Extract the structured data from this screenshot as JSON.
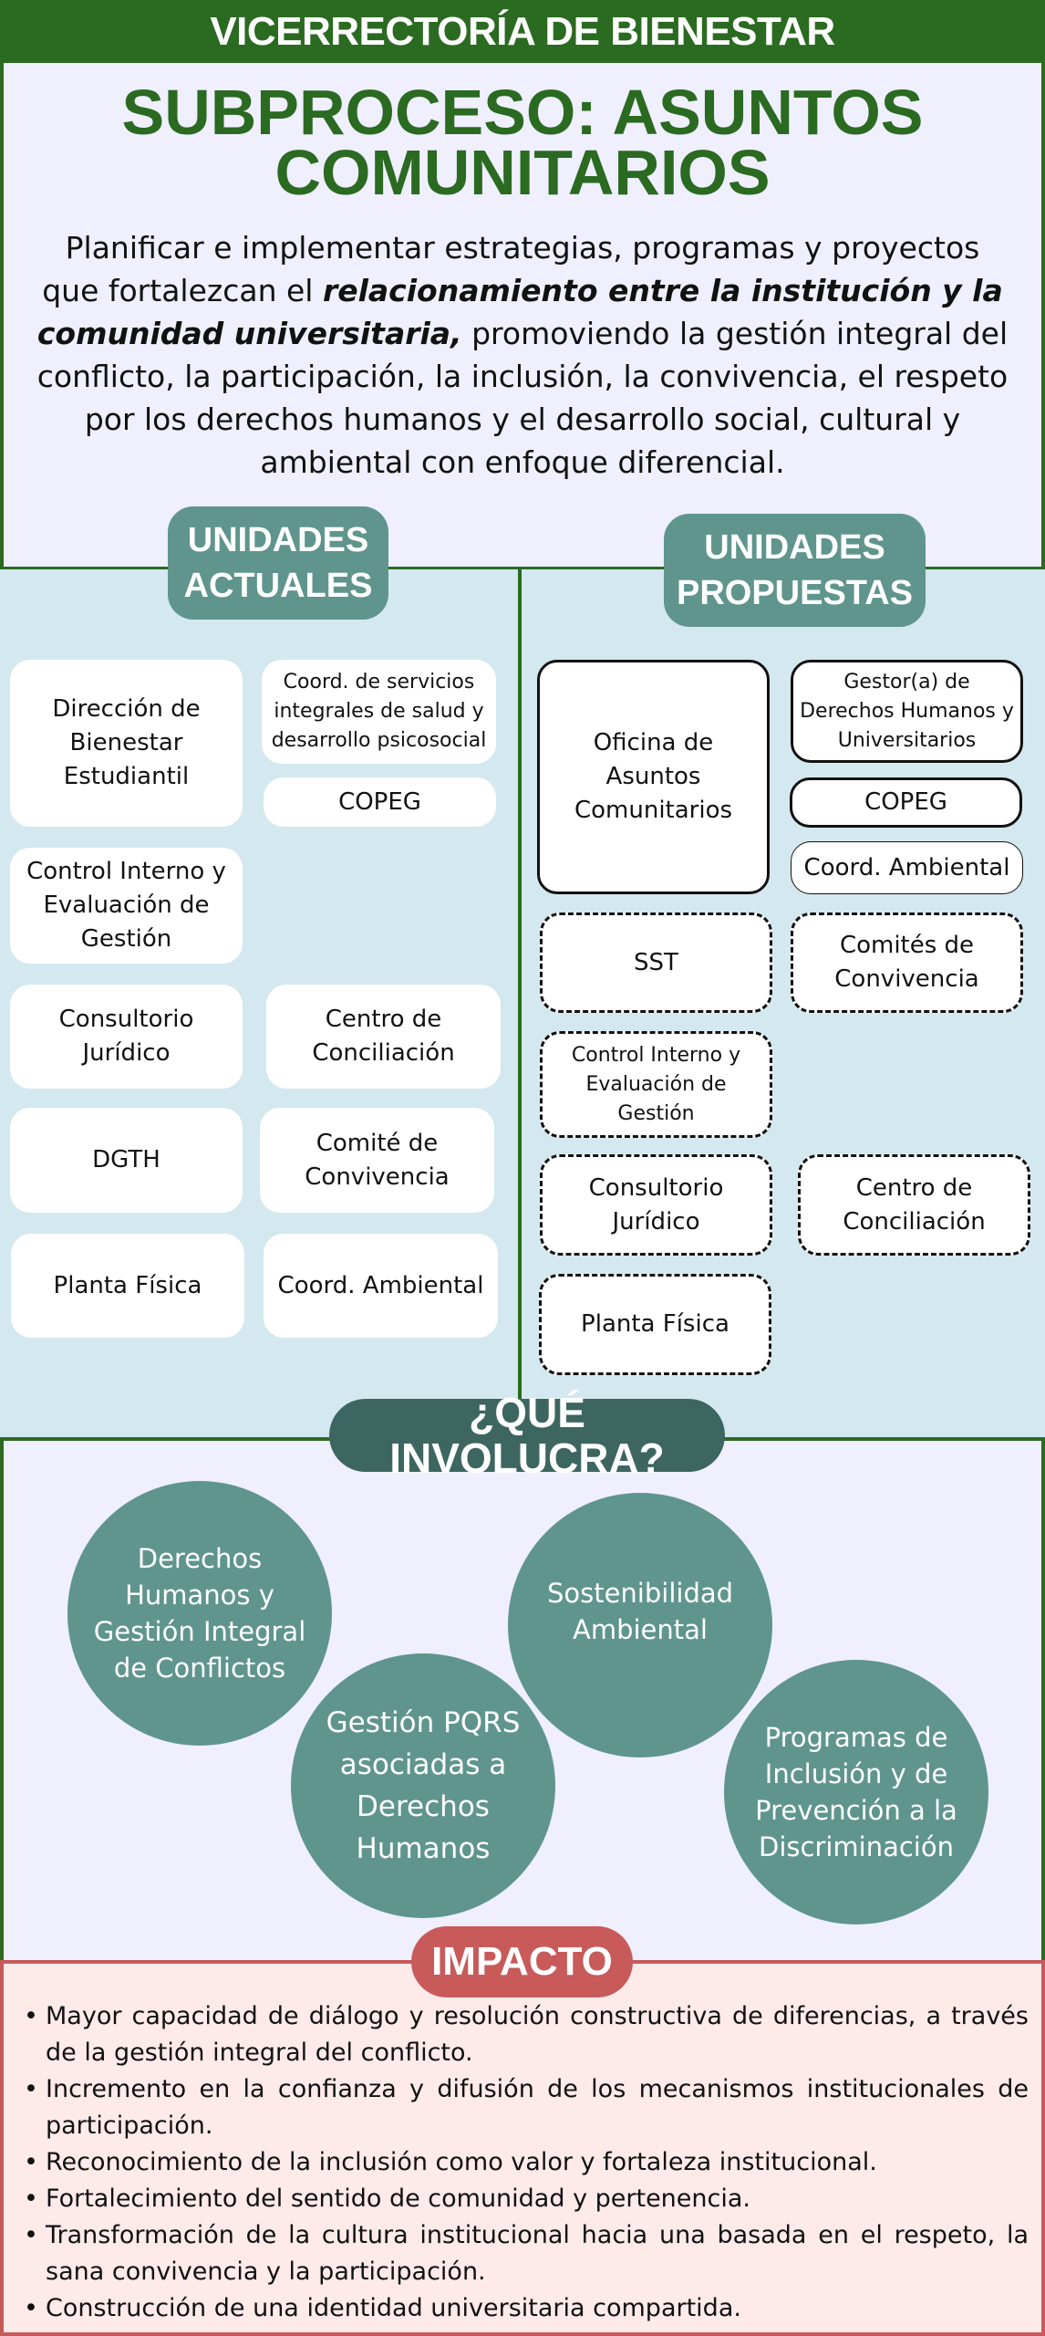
{
  "header": {
    "title": "VICERRECTORÍA DE BIENESTAR"
  },
  "intro": {
    "title_line1": "SUBPROCESO: ASUNTOS",
    "title_line2": "COMUNITARIOS",
    "para_start": "Planificar e implementar estrategias, programas y proyectos que fortalezcan el ",
    "para_bold": "relacionamiento entre la institución y la comunidad universitaria,",
    "para_end": " promoviendo la gestión integral del conflicto, la participación, la inclusión, la convivencia, el respeto por los derechos humanos y el desarrollo social, cultural y ambiental con enfoque diferencial."
  },
  "actuales": {
    "badge_line1": "UNIDADES",
    "badge_line2": "ACTUALES",
    "units": [
      "Dirección de Bienestar Estudiantil",
      "Coord. de servicios integrales de salud y desarrollo psicosocial",
      "COPEG",
      "Control Interno y Evaluación de Gestión",
      "Consultorio Jurídico",
      "Centro de Conciliación",
      "DGTH",
      "Comité de Convivencia",
      "Planta Física",
      "Coord. Ambiental"
    ]
  },
  "propuestas": {
    "badge_line1": "UNIDADES",
    "badge_line2": "PROPUESTAS",
    "units": [
      "Oficina de Asuntos Comunitarios",
      "Gestor(a) de Derechos Humanos y Universitarios",
      "COPEG",
      "Coord. Ambiental",
      "SST",
      "Comités de Convivencia",
      "Control Interno y Evaluación de Gestión",
      "Consultorio Jurídico",
      "Centro de Conciliación",
      "Planta Física"
    ]
  },
  "involucra": {
    "badge": "¿QUÉ INVOLUCRA?",
    "items": [
      "Derechos Humanos y Gestión Integral de Conflictos",
      "Gestión PQRS asociadas a Derechos Humanos",
      "Sostenibilidad Ambiental",
      "Programas de Inclusión y de Prevención a la Discriminación"
    ]
  },
  "impacto": {
    "badge": "IMPACTO",
    "items": [
      "Mayor capacidad de diálogo y resolución constructiva de diferencias, a través de la gestión integral del conflicto.",
      "Incremento en la confianza y difusión de los mecanismos institucionales de participación.",
      "Reconocimiento de la inclusión como valor y fortaleza institucional.",
      "Fortalecimiento del sentido de comunidad y pertenencia.",
      "Transformación de la cultura institucional hacia una basada en el respeto, la sana convivencia y la participación.",
      "Construcción de una identidad universitaria compartida."
    ]
  },
  "colors": {
    "green": "#2b6a21",
    "teal": "#5f958d",
    "dark_teal": "#3d6660",
    "red": "#c85a5a"
  }
}
